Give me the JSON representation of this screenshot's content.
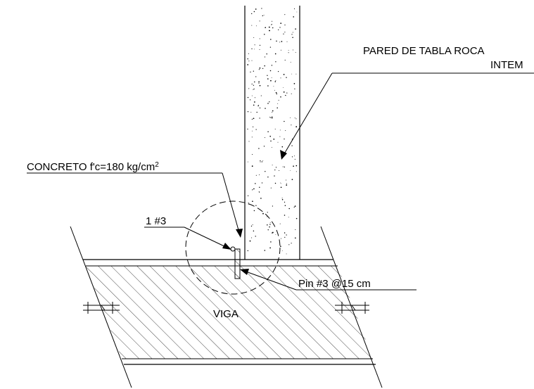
{
  "labels": {
    "wall_line1": "PARED DE TABLA ROCA",
    "wall_line2": "INTEM",
    "concrete_prefix": "CONCRETO f'c=180 kg/cm",
    "concrete_exponent": "2",
    "rebar": "1 #3",
    "pin": "Pin #3 @15 cm",
    "beam": "VIGA"
  },
  "colors": {
    "line": "#000000",
    "background": "#ffffff"
  }
}
